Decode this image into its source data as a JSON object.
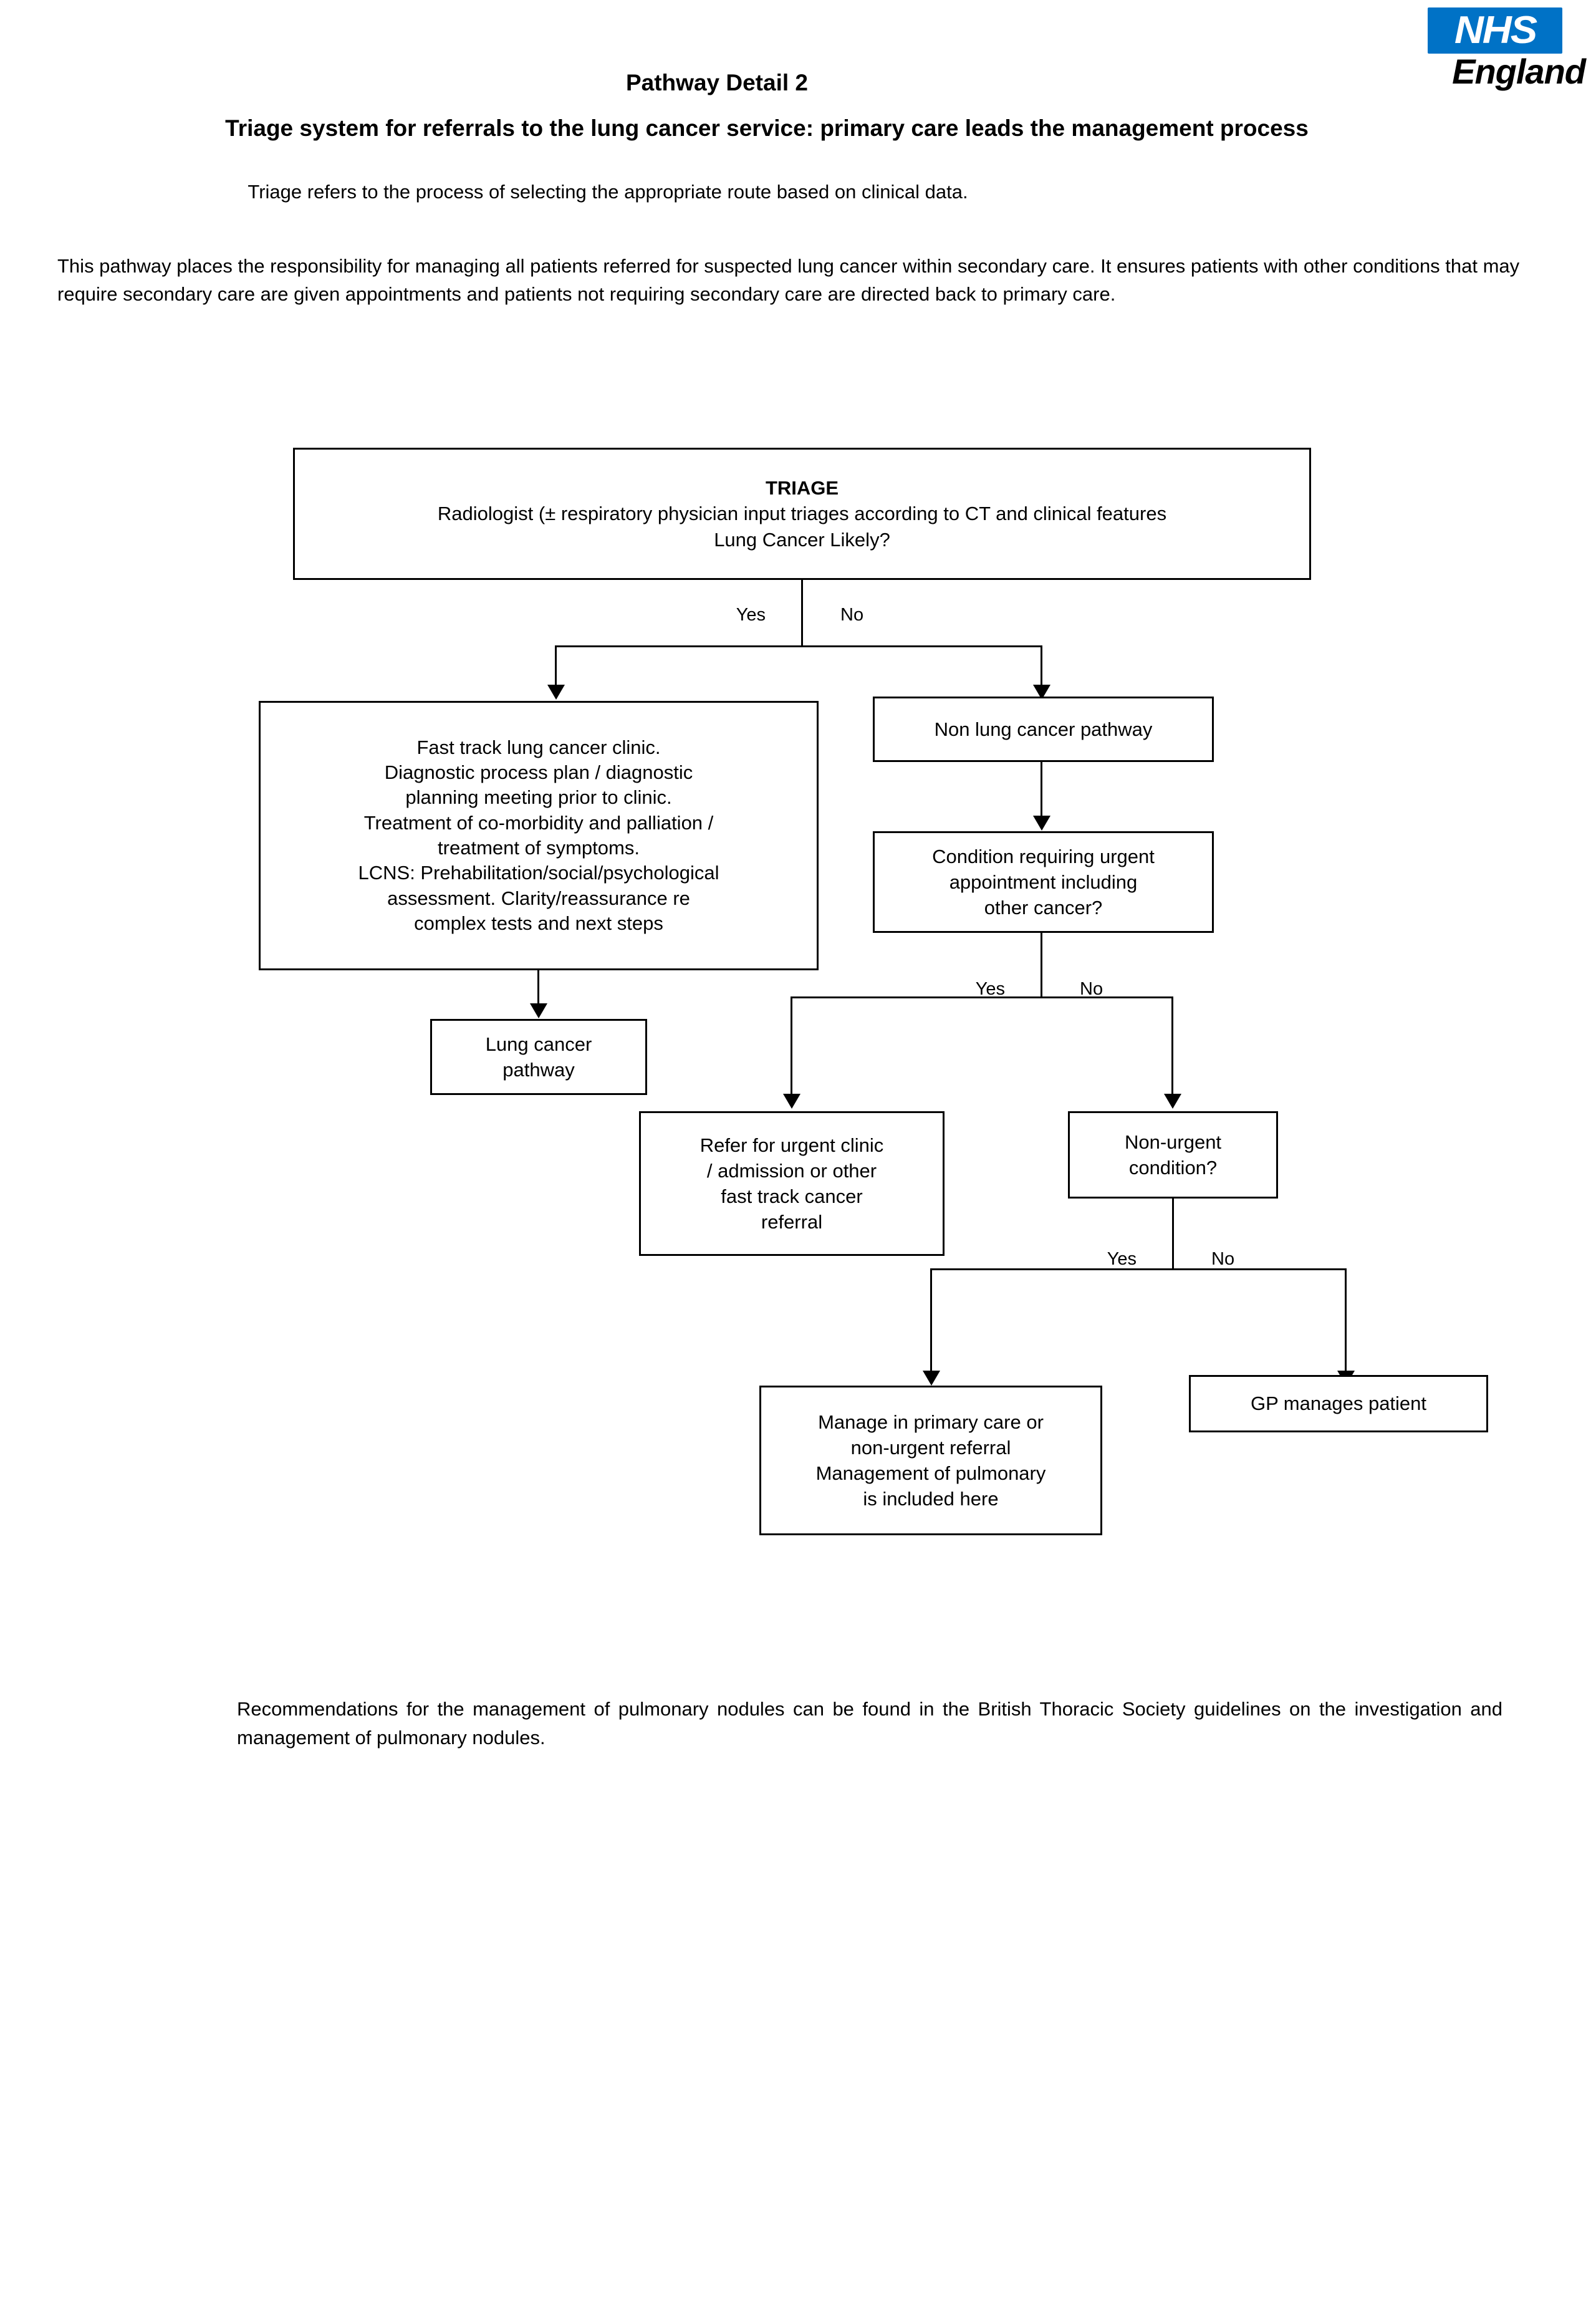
{
  "logo": {
    "nhs": "NHS",
    "england": "England",
    "brand_blue": "#0072c6"
  },
  "header": {
    "title_line1": "Pathway Detail 2",
    "title_line2": "Triage system for referrals to the lung cancer service: primary care leads the management process",
    "intro": "Triage refers to the process of selecting the appropriate route based on clinical data.",
    "body": "This pathway places the responsibility for managing all patients referred for suspected lung cancer within secondary care. It ensures patients with other conditions that may require secondary care are given appointments and patients not requiring secondary care are directed back to primary care."
  },
  "footer": {
    "note": "Recommendations for the management of pulmonary nodules can be found in the British Thoracic Society guidelines on the investigation and management of pulmonary nodules."
  },
  "chart_data": {
    "type": "diagram",
    "diagram_kind": "flowchart",
    "title": "Triage system for referrals to the lung cancer service",
    "nodes": [
      {
        "id": "triage",
        "label_bold": "TRIAGE",
        "line1": "Radiologist (± respiratory physician input triages according to CT and clinical features",
        "line2": "Lung Cancer Likely?"
      },
      {
        "id": "fast-track",
        "line1": "Fast track lung cancer clinic.",
        "line2": "Diagnostic process plan / diagnostic",
        "line3": "planning meeting prior to clinic.",
        "line4": "Treatment of co-morbidity and palliation /",
        "line5": "treatment of symptoms.",
        "line6": "LCNS: Prehabilitation/social/psychological",
        "line7": "assessment. Clarity/reassurance re",
        "line8": "complex tests and next steps"
      },
      {
        "id": "non-lung",
        "line1": "Non lung cancer pathway"
      },
      {
        "id": "condition-urgent",
        "line1": "Condition requiring urgent",
        "line2": "appointment including",
        "line3": "other cancer?"
      },
      {
        "id": "lung-cancer-pathway",
        "line1": "Lung cancer",
        "line2": "pathway"
      },
      {
        "id": "refer-urgent",
        "line1": "Refer for urgent clinic",
        "line2": "/ admission or other",
        "line3": "fast track cancer",
        "line4": "referral"
      },
      {
        "id": "non-urgent-condition",
        "line1": "Non-urgent",
        "line2": "condition?"
      },
      {
        "id": "manage-primary",
        "line1": "Manage in primary care or",
        "line2": "non-urgent referral",
        "line3": "Management of pulmonary",
        "line4": "is included here"
      },
      {
        "id": "gp-manages",
        "line1": "GP manages patient"
      }
    ],
    "edge_labels": {
      "triage_yes": "Yes",
      "triage_no": "No",
      "condition_yes": "Yes",
      "condition_no": "No",
      "nonurgent_yes": "Yes",
      "nonurgent_no": "No"
    },
    "edges": [
      {
        "from": "triage",
        "to": "fast-track",
        "label": "Yes"
      },
      {
        "from": "triage",
        "to": "non-lung",
        "label": "No"
      },
      {
        "from": "fast-track",
        "to": "lung-cancer-pathway",
        "label": ""
      },
      {
        "from": "non-lung",
        "to": "condition-urgent",
        "label": ""
      },
      {
        "from": "condition-urgent",
        "to": "refer-urgent",
        "label": "Yes"
      },
      {
        "from": "condition-urgent",
        "to": "non-urgent-condition",
        "label": "No"
      },
      {
        "from": "non-urgent-condition",
        "to": "manage-primary",
        "label": "Yes"
      },
      {
        "from": "non-urgent-condition",
        "to": "gp-manages",
        "label": "No"
      }
    ]
  }
}
